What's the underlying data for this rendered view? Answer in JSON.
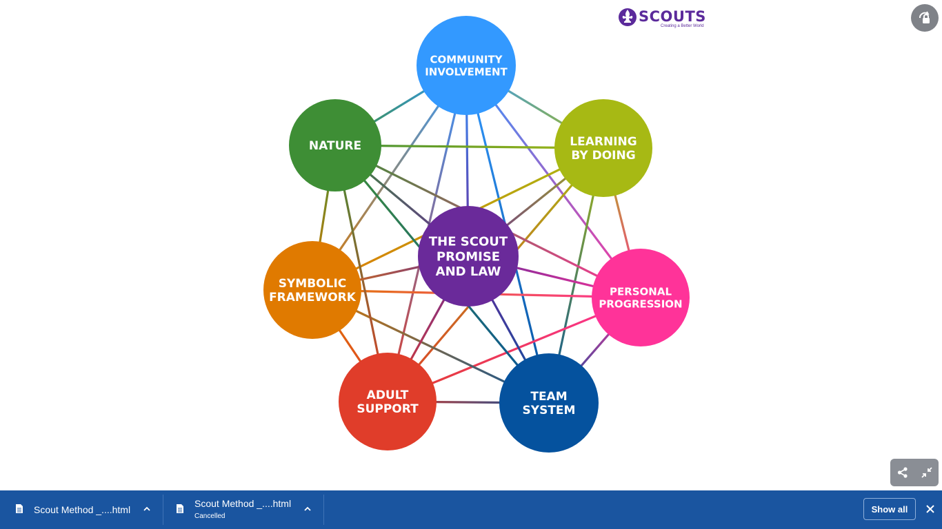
{
  "logo": {
    "brand": "SCOUTS",
    "trademark": "®",
    "tagline": "Creating a Better World",
    "color": "#5b2a9b"
  },
  "diagram": {
    "center": {
      "id": "promise",
      "lines": [
        "THE SCOUT",
        "PROMISE",
        "AND LAW"
      ],
      "color": "#6a2a9a"
    },
    "nodes": [
      {
        "id": "community",
        "lines": [
          "COMMUNITY",
          "INVOLVEMENT"
        ],
        "color": "#3399ff"
      },
      {
        "id": "learning",
        "lines": [
          "LEARNING",
          "BY DOING"
        ],
        "color": "#a7b914"
      },
      {
        "id": "personal",
        "lines": [
          "PERSONAL",
          "PROGRESSION"
        ],
        "color": "#ff3399"
      },
      {
        "id": "team",
        "lines": [
          "TEAM",
          "SYSTEM"
        ],
        "color": "#05529e"
      },
      {
        "id": "adult",
        "lines": [
          "ADULT",
          "SUPPORT"
        ],
        "color": "#e03d2a"
      },
      {
        "id": "symbolic",
        "lines": [
          "SYMBOLIC",
          "FRAMEWORK"
        ],
        "color": "#e07a00"
      },
      {
        "id": "nature",
        "lines": [
          "NATURE"
        ],
        "color": "#3e8e35"
      }
    ]
  },
  "controls": {
    "lock_icon": "lock-rotation-icon",
    "share_icon": "share-icon",
    "minimize_icon": "minimize-icon"
  },
  "downloads": {
    "items": [
      {
        "name": "Scout Method _....html",
        "status": ""
      },
      {
        "name": "Scout Method _....html",
        "status": "Cancelled"
      }
    ],
    "show_all": "Show all",
    "close_icon": "close-icon",
    "bar_color": "#1a55a0"
  }
}
